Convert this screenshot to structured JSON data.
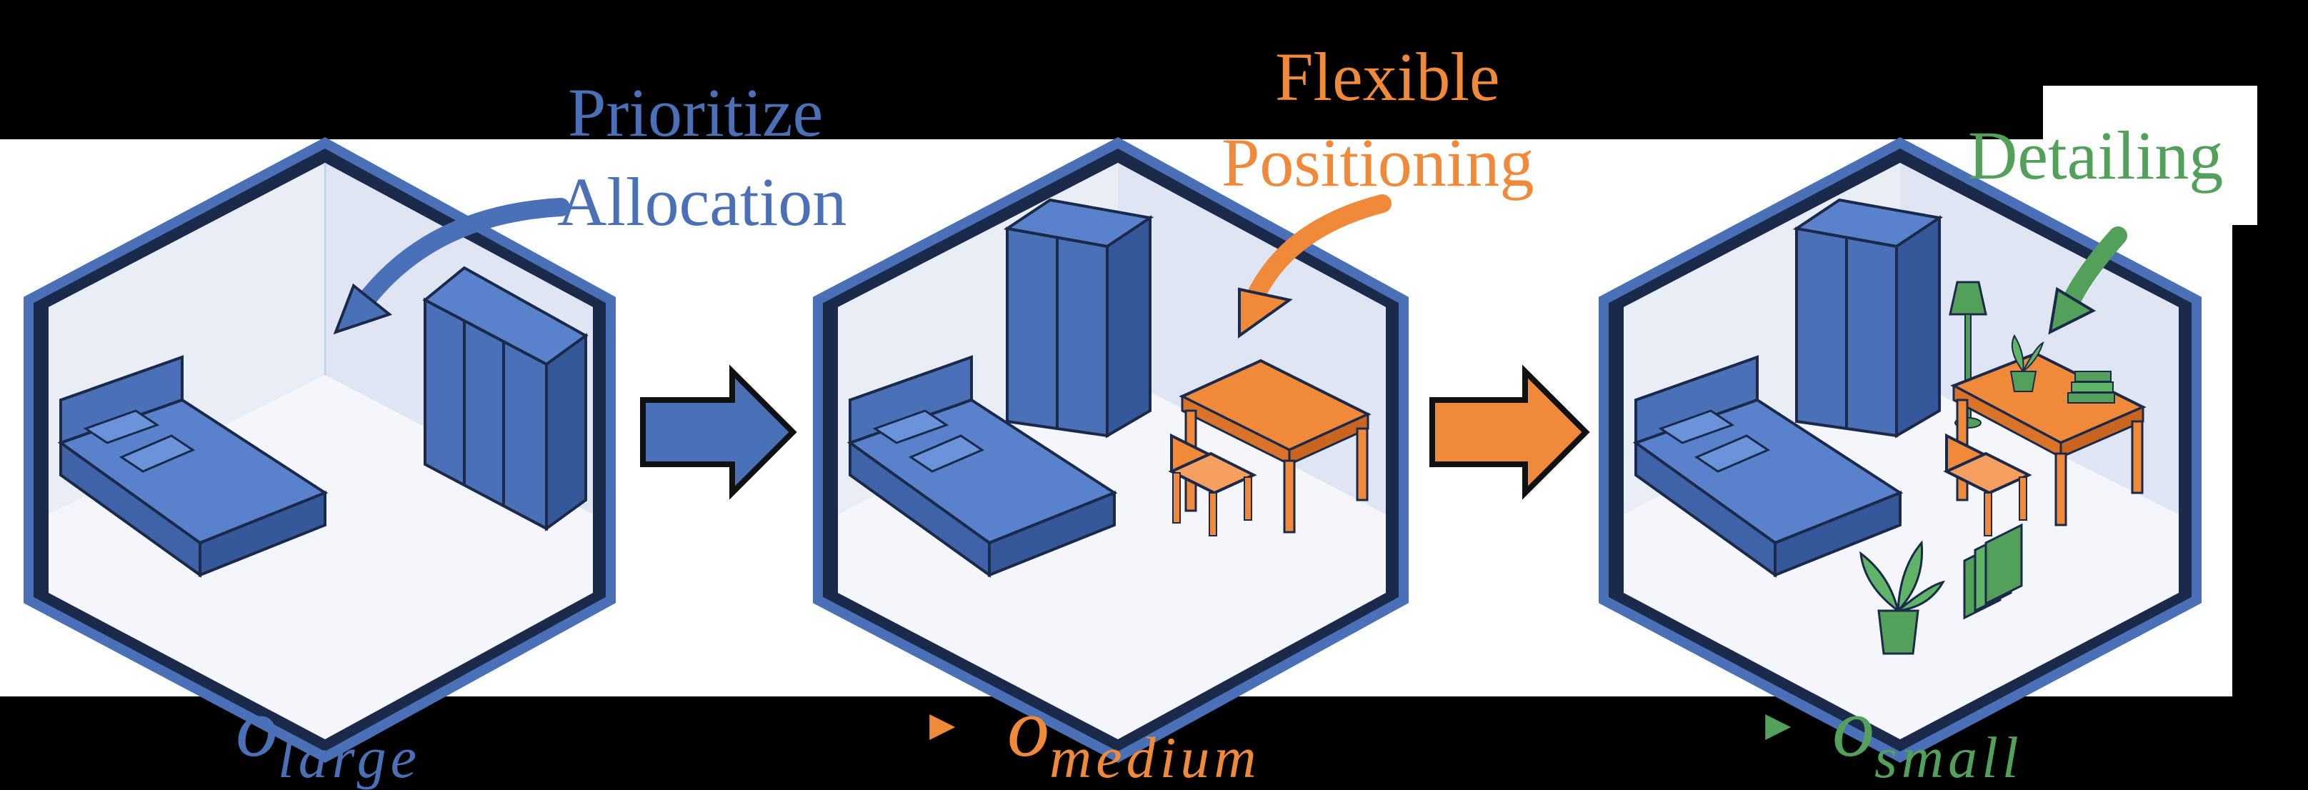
{
  "labels": {
    "prioritize_line1": "Prioritize",
    "prioritize_line2": "Allocation",
    "flexible_line1": "Flexible",
    "flexible_line2": "Positioning",
    "detailing": "Detailing"
  },
  "stages": {
    "large": {
      "symbol": "o",
      "subscript": "large"
    },
    "medium": {
      "symbol": "o",
      "subscript": "medium"
    },
    "small": {
      "symbol": "o",
      "subscript": "small"
    }
  },
  "colors": {
    "blue": "#4a70b8",
    "orange": "#f08a3a",
    "green": "#52a05a",
    "background": "#000000",
    "room_fill": "#ffffff"
  },
  "icons": [
    "bed-icon",
    "wardrobe-icon",
    "desk-icon",
    "chair-icon",
    "lamp-icon",
    "plant-icon",
    "books-icon",
    "arrow-right-icon",
    "curved-arrow-icon"
  ]
}
